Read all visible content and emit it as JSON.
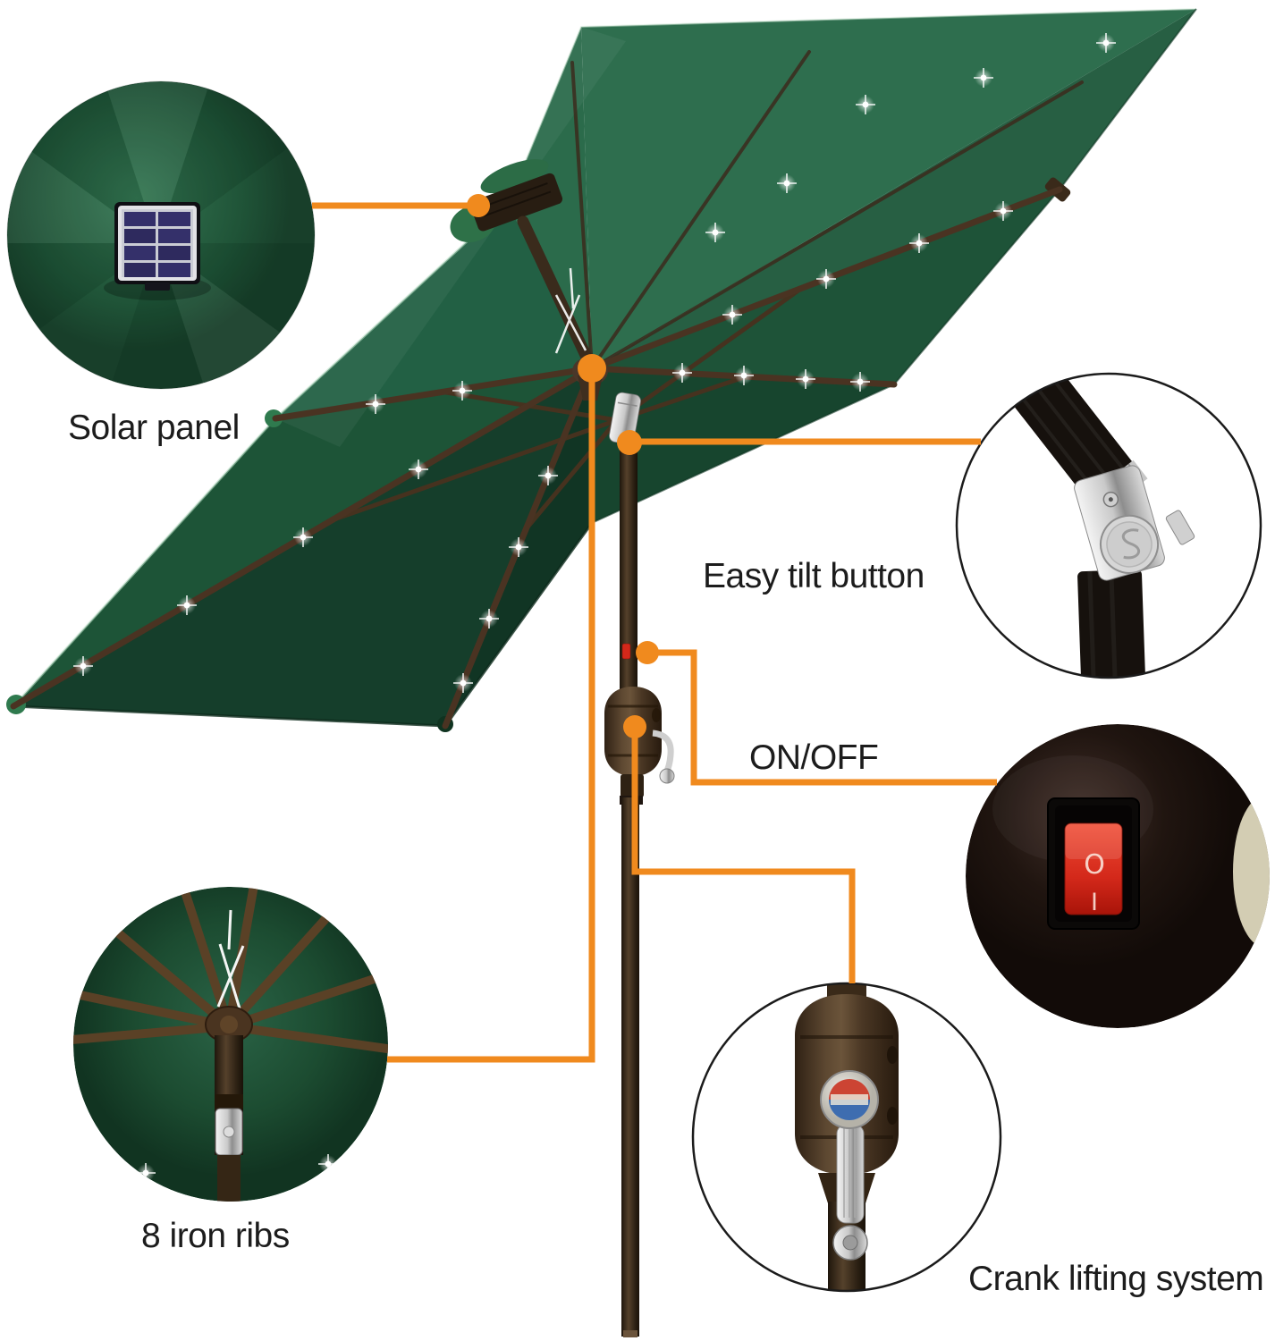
{
  "callouts": {
    "solar_panel": {
      "label": "Solar panel"
    },
    "easy_tilt_button": {
      "label": "Easy tilt button"
    },
    "on_off": {
      "label": "ON/OFF"
    },
    "iron_ribs": {
      "label": "8 iron ribs"
    },
    "crank_lifting_system": {
      "label": "Crank lifting system"
    }
  },
  "power_switch": {
    "off_marking": "O",
    "on_marking": "I"
  },
  "colors": {
    "accent_orange": "#F08A1E",
    "canopy_green_dark": "#113524",
    "canopy_green": "#1E5338",
    "canopy_green_light": "#2E6E4E",
    "rib_brown": "#4A3322",
    "pole_brown": "#55412B",
    "switch_red": "#D3281A",
    "led_white": "#FFFFFF",
    "label_text": "#1C1C1C"
  }
}
